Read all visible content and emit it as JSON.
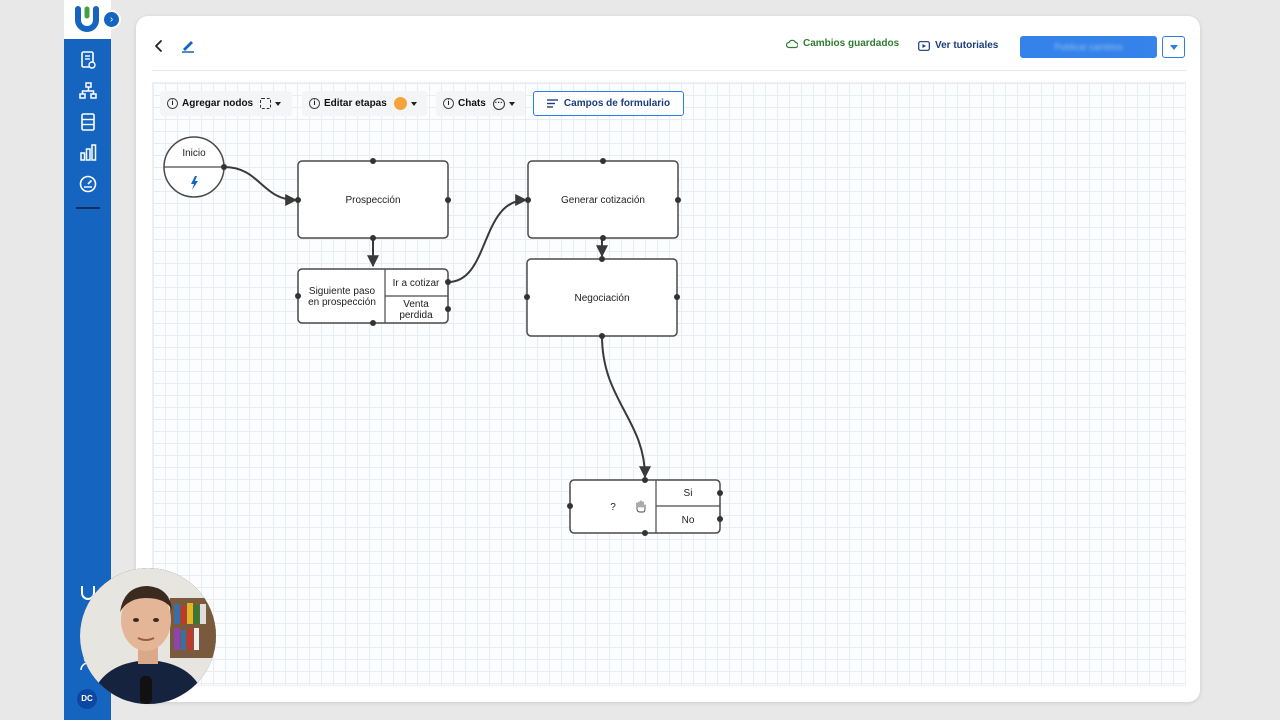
{
  "header": {
    "saved_status": "Cambios guardados",
    "tutorials_label": "Ver tutoriales",
    "publish_label": "Publicar cambios"
  },
  "toolbar": {
    "add_nodes_label": "Agregar nodos",
    "edit_stages_label": "Editar etapas",
    "chats_label": "Chats",
    "form_fields_label": "Campos de formulario",
    "stage_color": "#f4a43a"
  },
  "flow": {
    "start_label": "Inicio",
    "nodes": {
      "prospeccion": "Prospección",
      "generar_cotizacion": "Generar cotización",
      "negociacion": "Negociación"
    },
    "decision_1": {
      "line1": "Siguiente paso",
      "line2": "en prospección",
      "option_1": "Ir a cotizar",
      "option_2_line1": "Venta",
      "option_2_line2": "perdida"
    },
    "decision_2": {
      "question": "?",
      "option_yes": "Si",
      "option_no": "No"
    }
  },
  "user": {
    "initials": "DC"
  },
  "colors": {
    "brand_blue": "#1565c0",
    "accent_blue": "#2b7de9",
    "saved_green": "#2e7d32",
    "node_stroke": "#4a4a4a"
  }
}
